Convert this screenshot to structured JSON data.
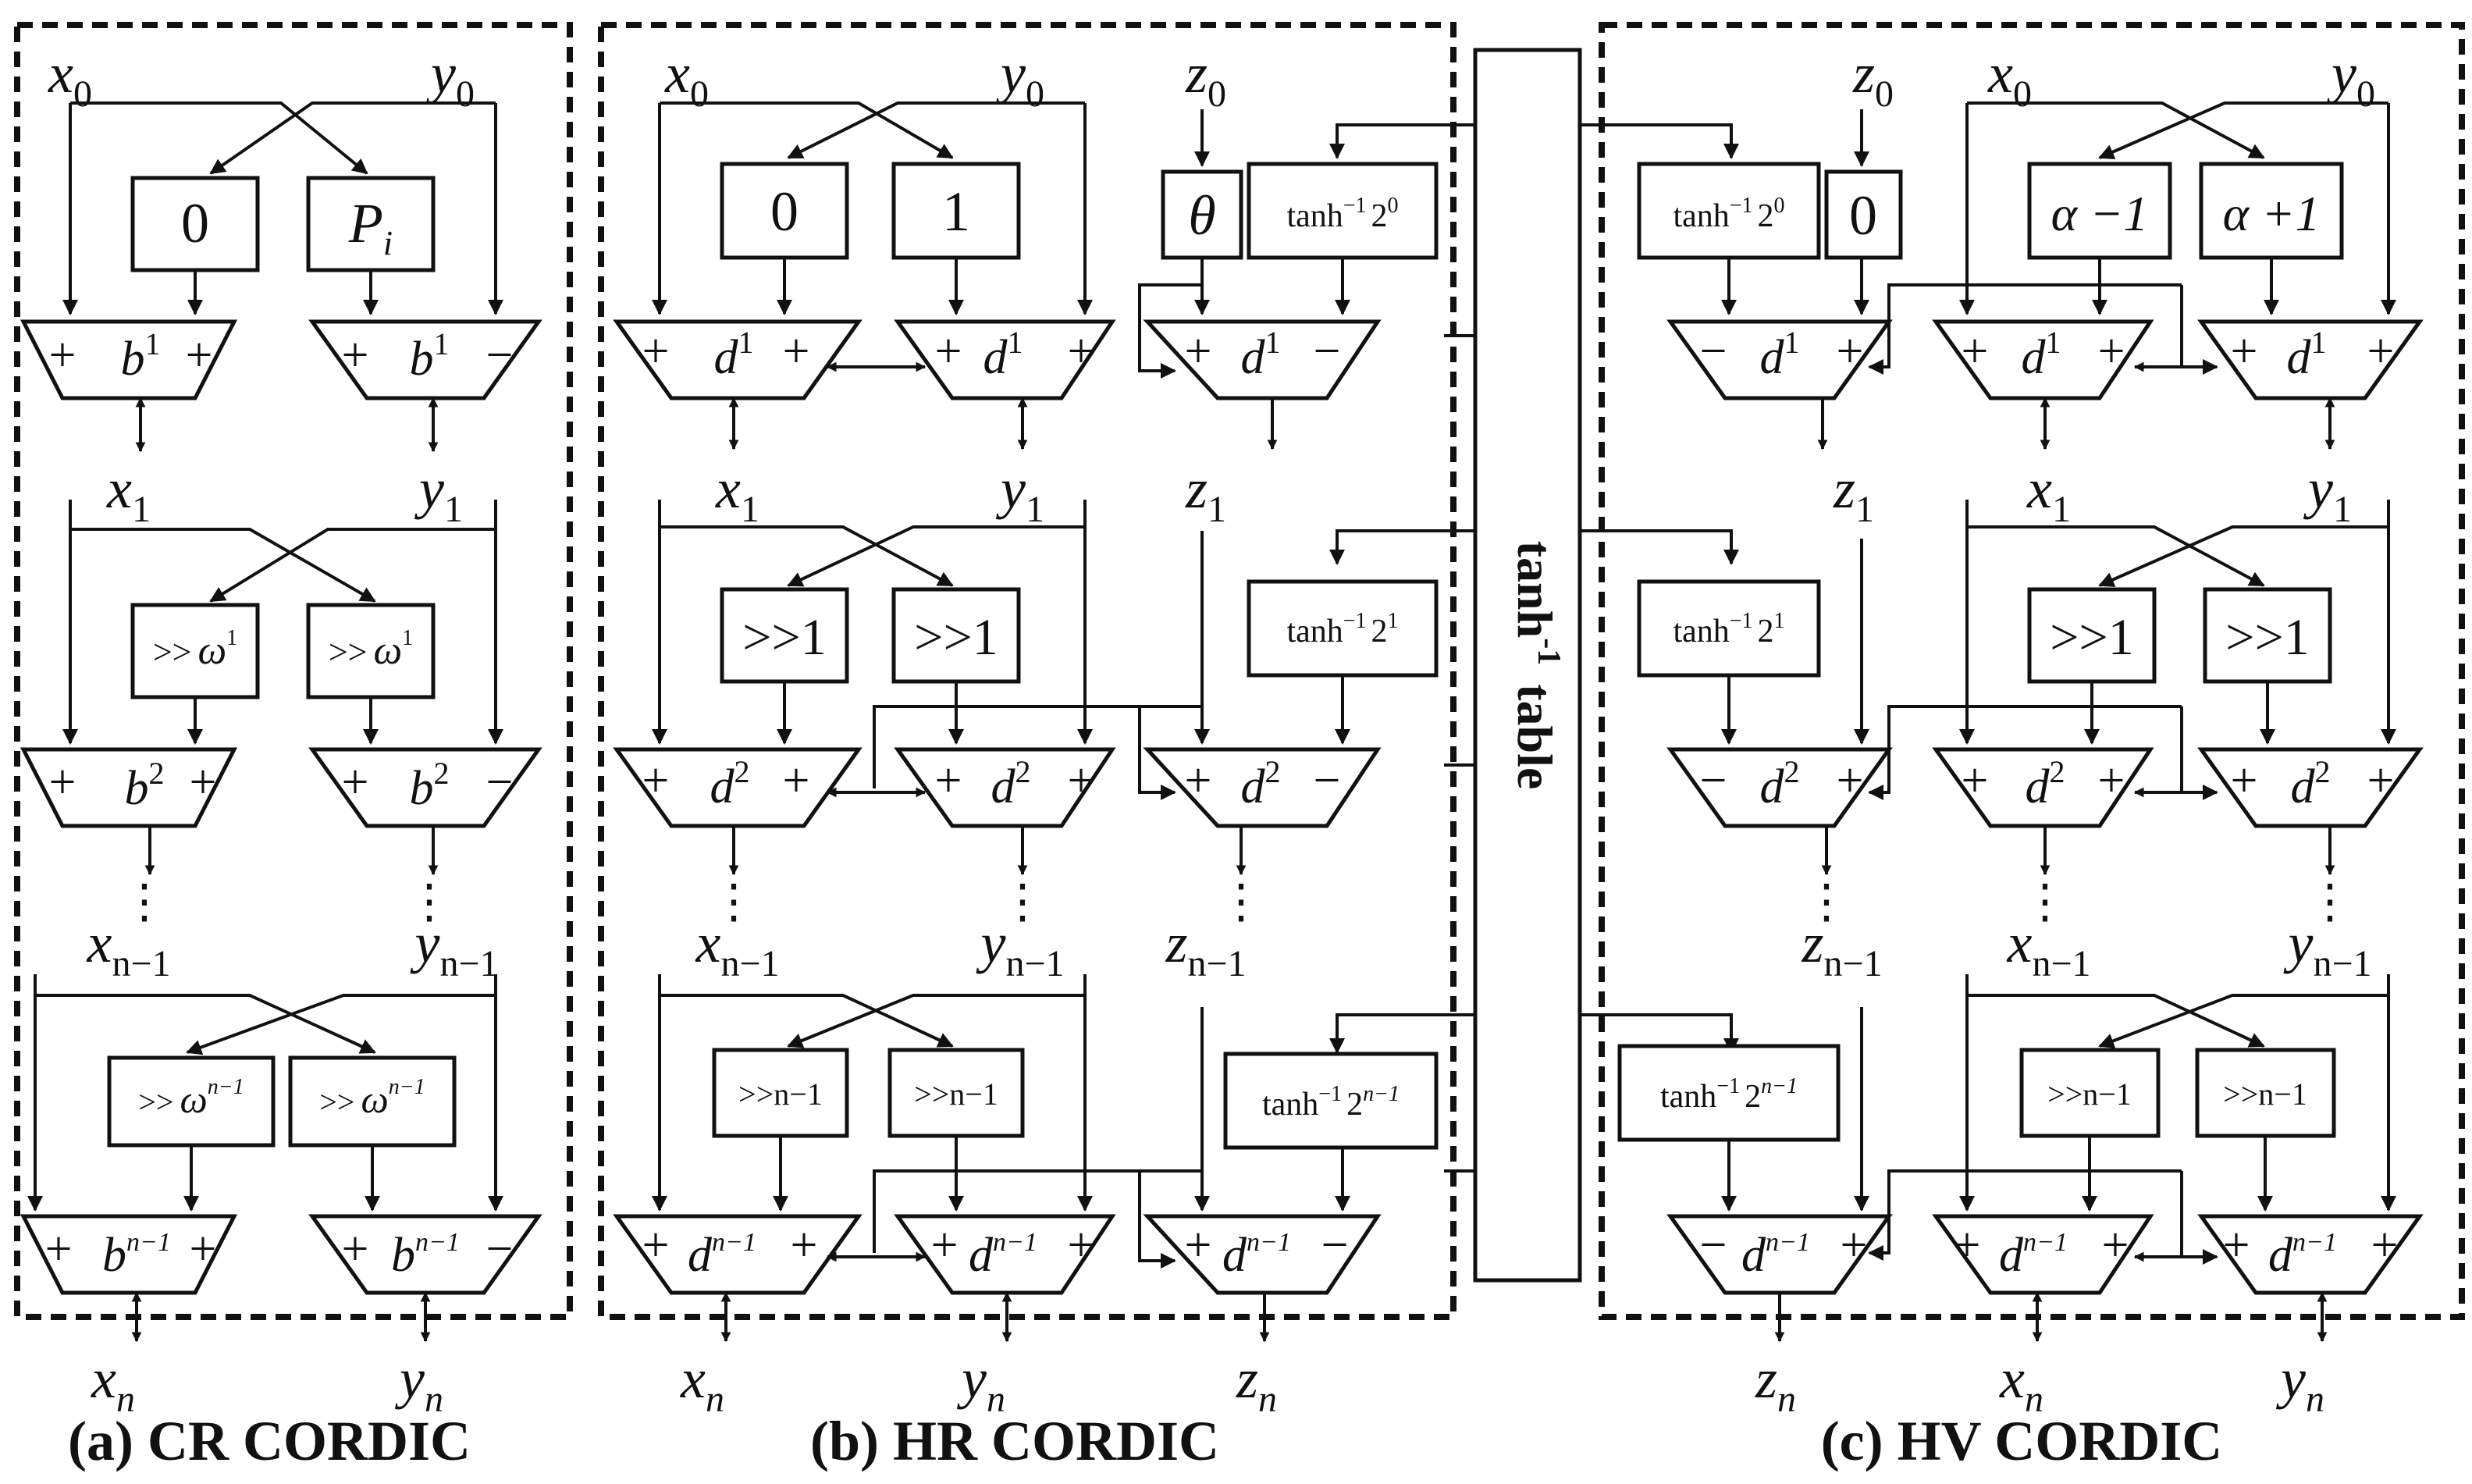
{
  "colors": {
    "ink": "#111111",
    "background": "#ffffff"
  },
  "panels": [
    {
      "caption": "(a) CR CORDIC",
      "inputs": [
        "x",
        "y"
      ],
      "stages": [
        {
          "index": "0",
          "ops": [
            "0",
            "P_i"
          ],
          "dir": "b^1"
        },
        {
          "index": "1",
          "ops": [
            ">> ω^1",
            ">> ω^1"
          ],
          "dir": "b^2"
        },
        {
          "index": "n−1",
          "ops": [
            ">> ω^(n−1)",
            ">> ω^(n−1)"
          ],
          "dir": "b^(n−1)"
        }
      ],
      "outputs": [
        "x_n",
        "y_n"
      ]
    },
    {
      "caption": "(b) HR CORDIC",
      "inputs": [
        "x",
        "y",
        "z"
      ],
      "stages": [
        {
          "index": "0",
          "ops": [
            "0",
            "1"
          ],
          "z_op": "θ",
          "table": "tanh^−1 2^0",
          "dir": "d^1"
        },
        {
          "index": "1",
          "ops": [
            ">>1",
            ">>1"
          ],
          "table": "tanh^−1 2^1",
          "dir": "d^2"
        },
        {
          "index": "n−1",
          "ops": [
            ">>n−1",
            ">>n−1"
          ],
          "table": "tanh^−1 2^(n−1)",
          "dir": "d^(n−1)"
        }
      ],
      "outputs": [
        "x_n",
        "y_n",
        "z_n"
      ]
    },
    {
      "caption": "(c) HV CORDIC",
      "inputs": [
        "z",
        "x",
        "y"
      ],
      "stages": [
        {
          "index": "0",
          "ops": [
            "α−1",
            "α+1"
          ],
          "z_op": "0",
          "table": "tanh^−1 2^0",
          "dir": "d^1"
        },
        {
          "index": "1",
          "ops": [
            ">>1",
            ">>1"
          ],
          "table": "tanh^−1 2^1",
          "dir": "d^2"
        },
        {
          "index": "n−1",
          "ops": [
            ">>n−1",
            ">>n−1"
          ],
          "table": "tanh^−1 2^(n−1)",
          "dir": "d^(n−1)"
        }
      ],
      "outputs": [
        "z_n",
        "x_n",
        "y_n"
      ]
    }
  ],
  "shared_table": {
    "label_main": "tanh",
    "label_sup": "-1",
    "label_word": "table"
  },
  "glyphs": {
    "x": "x",
    "y": "y",
    "z": "z",
    "plus": "+",
    "minus": "−",
    "sub0": "0",
    "sub1": "1",
    "subn1": "n−1",
    "subn": "n",
    "dots": "⋮",
    "b": "b",
    "d": "d",
    "sup1": "1",
    "sup2": "2",
    "supn1": "n−1",
    "zero": "0",
    "one": "1",
    "P": "P",
    "i": "i",
    "shift": ">>",
    "omega": "ω",
    "sp": ">>1",
    "spn1": ">>n−1",
    "theta": "θ",
    "tanh": "tanh",
    "tsup": "−1",
    "two": "2",
    "sup0": "0",
    "am1": "α −1",
    "ap1": "α +1"
  }
}
